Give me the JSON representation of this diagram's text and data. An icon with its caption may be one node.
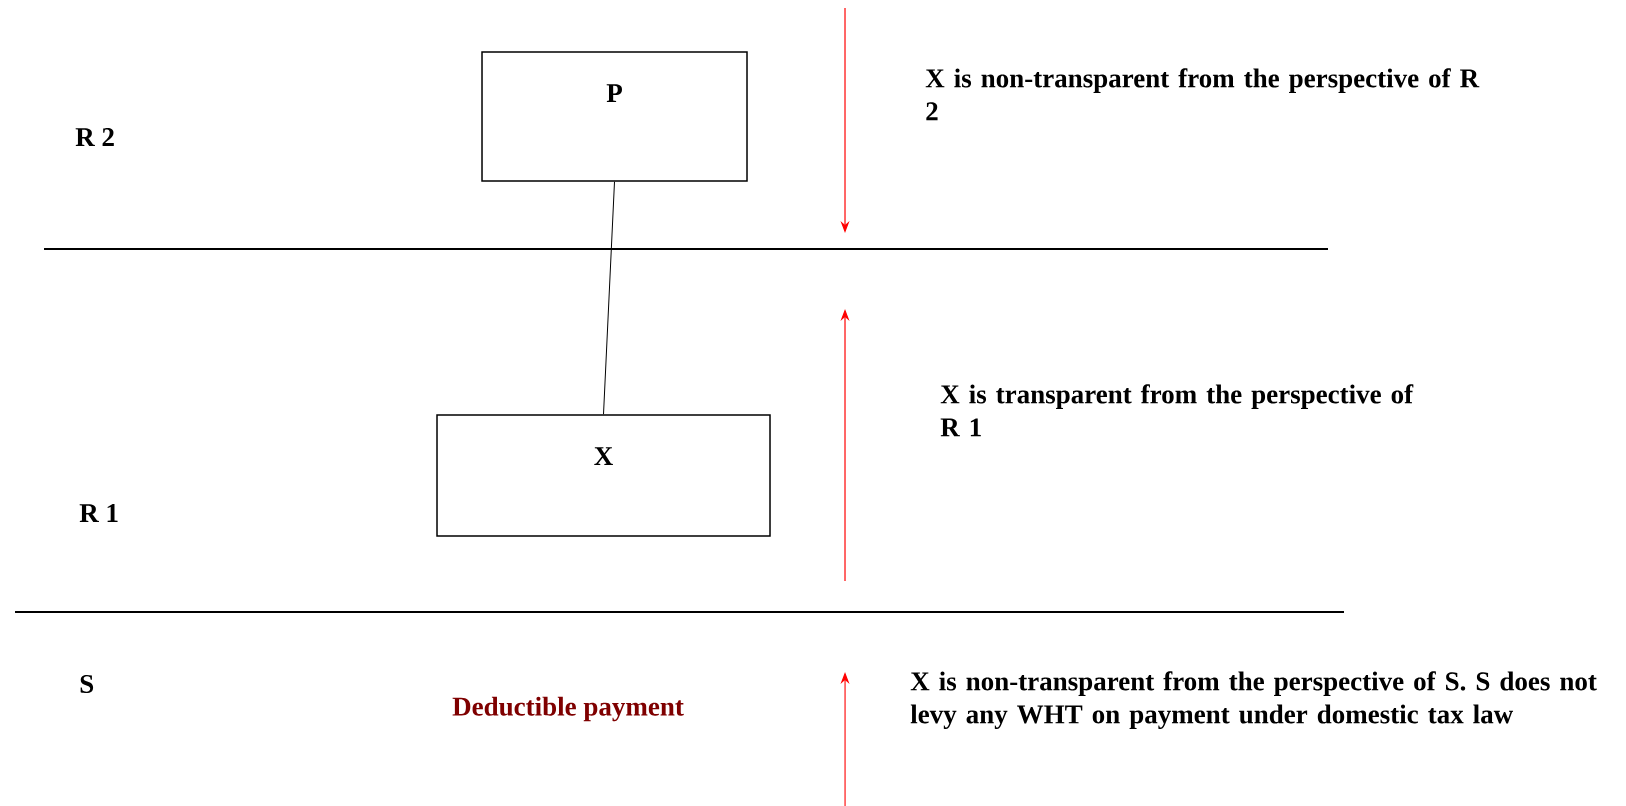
{
  "diagram": {
    "nodes": [
      {
        "text": [
          "P"
        ]
      },
      {
        "text": [
          "X"
        ]
      }
    ],
    "edges": [
      {
        "from": 0,
        "to": 1,
        "arrow": "none"
      }
    ],
    "labels": [
      "R 2",
      "X is non-transparent from the perspective of R 2",
      "X is transparent from the perspective of R 1",
      "R 1",
      "S",
      "Deductible payment",
      "X is non-transparent from the perspective of S. S does not levy any WHT on payment under domestic tax law"
    ]
  }
}
